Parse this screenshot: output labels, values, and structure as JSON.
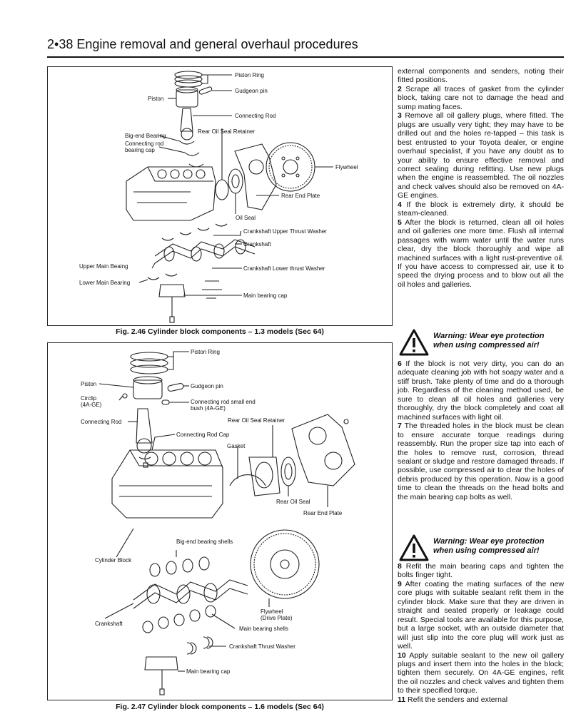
{
  "header": {
    "title": "2•38  Engine removal and general overhaul procedures"
  },
  "figure1": {
    "caption": "Fig. 2.46 Cylinder block components – 1.3 models (Sec 64)",
    "labels": {
      "piston_ring": "Piston Ring",
      "gudgeon_pin": "Gudgeon pin",
      "piston": "Piston",
      "connecting_rod": "Connecting Rod",
      "big_end_bearing": "Big-end Bearing",
      "connecting_rod_bearing_cap": "Connecting rod\nbearing cap",
      "rear_oil_seal_retainer": "Rear Oil Seal Retainer",
      "flywheel": "Flywheel",
      "rear_end_plate": "Rear End Plate",
      "oil_seal": "Oil Seal",
      "crankshaft_upper_thrust_washer": "Crankshaft Upper Thrust Washer",
      "crankshaft": "Crankshaft",
      "upper_main_bearing": "Upper Main Beaing",
      "crankshaft_lower_thrust_washer": "Crankshaft Lower thrust Washer",
      "lower_main_bearing": "Lower Main Bearing",
      "main_bearing_cap": "Main bearing cap"
    }
  },
  "figure2": {
    "caption": "Fig. 2.47 Cylinder block components – 1.6 models (Sec 64)",
    "labels": {
      "piston_ring": "Piston Ring",
      "piston": "Piston",
      "gudgeon_pin": "Gudgeon pin",
      "circlip": "Circlip\n(4A-GE)",
      "conrod_small_end_bush": "Connecting rod small end\nbush (4A-GE)",
      "rear_oil_seal_retainer": "Rear Oil Seal Retainer",
      "connecting_rod": "Connecting Rod",
      "connecting_rod_cap": "Connecting Rod Cap",
      "gasket": "Gasket",
      "rear_oil_seal": "Rear Oil Seal",
      "rear_end_plate": "Rear End Plate",
      "big_end_bearing_shells": "Big-end bearing shells",
      "cylinder_block": "Cylinder Block",
      "flywheel": "Flywheel\n(Drive Plate)",
      "crankshaft": "Crankshaft",
      "main_bearing_shells": "Main bearing shells",
      "crankshaft_thrust_washer": "Crankshaft Thrust Washer",
      "main_bearing_cap": "Main bearing cap"
    }
  },
  "text": {
    "p1": "external components and senders, noting their fitted positions.",
    "p2_num": "2",
    "p2": " Scrape all traces of gasket from the cylinder block, taking care not to damage the head and sump mating faces.",
    "p3_num": "3",
    "p3_a": " Remove all oil gallery plugs, where fitted. The plugs are usually very tight; they may have to be drilled out and the holes re-tapped ",
    "p3_b": "– this task is best entrusted to your Toyota dealer, or engine overhaul specialist, if you have any doubt as to your ability to ensure effective removal and correct sealing during refitting. Use new plugs when the engine is reassembled. The oil nozzles and check valves should also be removed on 4A-GE engines.",
    "p4_num": "4",
    "p4": " If the block is extremely dirty, it should be steam-cleaned.",
    "p5_num": "5",
    "p5": " After the block is returned, clean all oil holes and oil galleries one more time. Flush all internal passages with warm water until the water runs clear, dry the block thoroughly and wipe all machined surfaces with a light rust-preventive oil. If you have access to compressed air, use it to speed the drying process and to blow out all the oil holes and galleries.",
    "warning1": "Warning: Wear eye protection\nwhen using compressed air!",
    "p6_num": "6",
    "p6": " If the block is not very dirty, you can do an adequate cleaning job with hot soapy water and a stiff brush. Take plenty of time and do a thorough job. Regardless of the cleaning method used, be sure to clean all oil holes and galleries very thoroughly, dry the block completely and coat all machined surfaces with light oil.",
    "p7_num": "7",
    "p7": " The threaded holes in the block must be clean to ensure accurate torque readings during reassembly. Run the proper size tap into each of the holes to remove rust, corrosion, thread sealant or sludge and restore damaged threads. If possible, use compressed air to clear the holes of debris produced by this operation. Now is a good time to clean the threads on the head bolts and the main bearing cap bolts as well.",
    "warning2": "Warning: Wear eye protection\nwhen using compressed air!",
    "p8_num": "8",
    "p8": " Refit the main bearing caps and tighten the bolts finger tight.",
    "p9_num": "9",
    "p9": " After coating the mating surfaces of the new core plugs with suitable sealant refit them in the cylinder block. Make sure that they are driven in straight and seated properly or leakage could result. Special tools are available for this purpose, but a large socket, with an outside diameter that will just slip into the core plug will work just as well.",
    "p10_num": "10",
    "p10": " Apply suitable sealant to the new oil gallery plugs and insert them into the holes in the block; tighten them securely. On 4A-GE engines, refit the oil nozzles and check valves and tighten them to their specified torque.",
    "p11_num": "11",
    "p11": " Refit the senders and external"
  }
}
